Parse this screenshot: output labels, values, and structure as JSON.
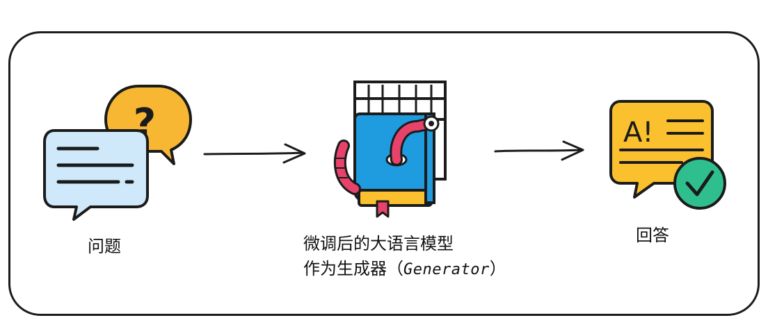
{
  "nodes": {
    "question": {
      "label": "问题"
    },
    "model": {
      "label_line1": "微调后的大语言模型",
      "label_line2_prefix": "作为生成器（",
      "label_line2_code": "Generator",
      "label_line2_suffix": "）"
    },
    "answer": {
      "label": "回答",
      "badge": "A!"
    }
  },
  "icons": {
    "question": "speech-bubbles-question-icon",
    "model": "book-with-worm-icon",
    "answer": "answer-bubble-check-icon"
  },
  "colors": {
    "outline": "#1b1b1b",
    "bubble_blue": "#cfe9fb",
    "bubble_orange": "#f7b733",
    "book_blue": "#1f9be0",
    "worm_red": "#e7426a",
    "answer_yellow": "#fbc02d",
    "check_green": "#2fbf8f"
  }
}
